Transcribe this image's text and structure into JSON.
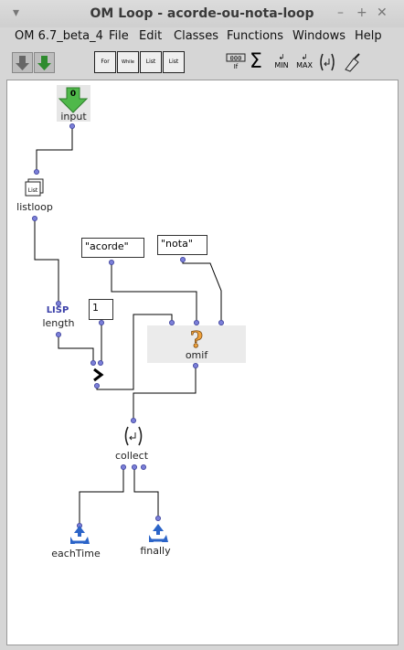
{
  "window": {
    "title": "OM Loop - acorde-ou-nota-loop",
    "min": "–",
    "max": "+",
    "close": "✕"
  },
  "menu": [
    "OM 6.7_beta_4",
    "File",
    "Edit",
    "Classes",
    "Functions",
    "Windows",
    "Help"
  ],
  "toolbar": {
    "for": "For",
    "while": "While",
    "list1": "List",
    "list2": "List",
    "min": "MIN",
    "max": "MAX"
  },
  "nodes": {
    "input": {
      "label": "input",
      "value": "0"
    },
    "listloop": {
      "label": "listloop"
    },
    "acorde": {
      "value": "\"acorde\""
    },
    "nota": {
      "value": "\"nota\""
    },
    "length": {
      "label": "length",
      "tag": "LISP"
    },
    "num": {
      "value": "1"
    },
    "omif": {
      "label": "omif"
    },
    "collect": {
      "label": "collect"
    },
    "eachTime": {
      "label": "eachTime"
    },
    "finally": {
      "label": "finally"
    }
  }
}
